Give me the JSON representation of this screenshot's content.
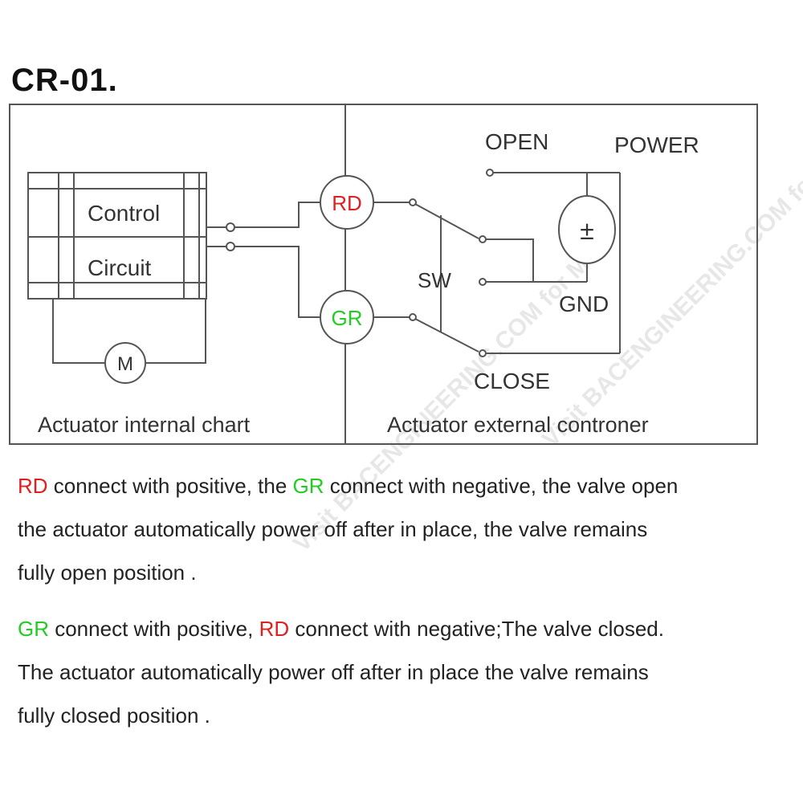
{
  "title": "CR-01.",
  "diagram": {
    "control_label": "Control",
    "circuit_label": "Circuit",
    "motor_label": "M",
    "rd_label": "RD",
    "gr_label": "GR",
    "sw_label": "SW",
    "open_label": "OPEN",
    "power_label": "POWER",
    "gnd_label": "GND",
    "close_label": "CLOSE",
    "plus_minus_symbol": "±",
    "internal_caption": "Actuator internal chart",
    "external_caption": "Actuator external controner"
  },
  "paragraph1": {
    "line1_rd": "RD",
    "line1_a": " connect with positive, the ",
    "line1_gr": "GR",
    "line1_b": " connect with negative, the valve open",
    "line2": "the actuator automatically power off after in place, the valve remains",
    "line3": "fully open position ."
  },
  "paragraph2": {
    "line1_gr": "GR",
    "line1_a": " connect with positive, ",
    "line1_rd": "RD",
    "line1_b": " connect with negative;The valve closed.",
    "line2": "The actuator automatically power off after in place the valve remains",
    "line3": "fully closed position ."
  },
  "watermarks": [
    "Visit BACENGINEERING.COM for More",
    "Visit BACENGINEERING.COM for More"
  ],
  "colors": {
    "rd": "#e02020",
    "gr": "#22cc22",
    "line": "#555555"
  }
}
